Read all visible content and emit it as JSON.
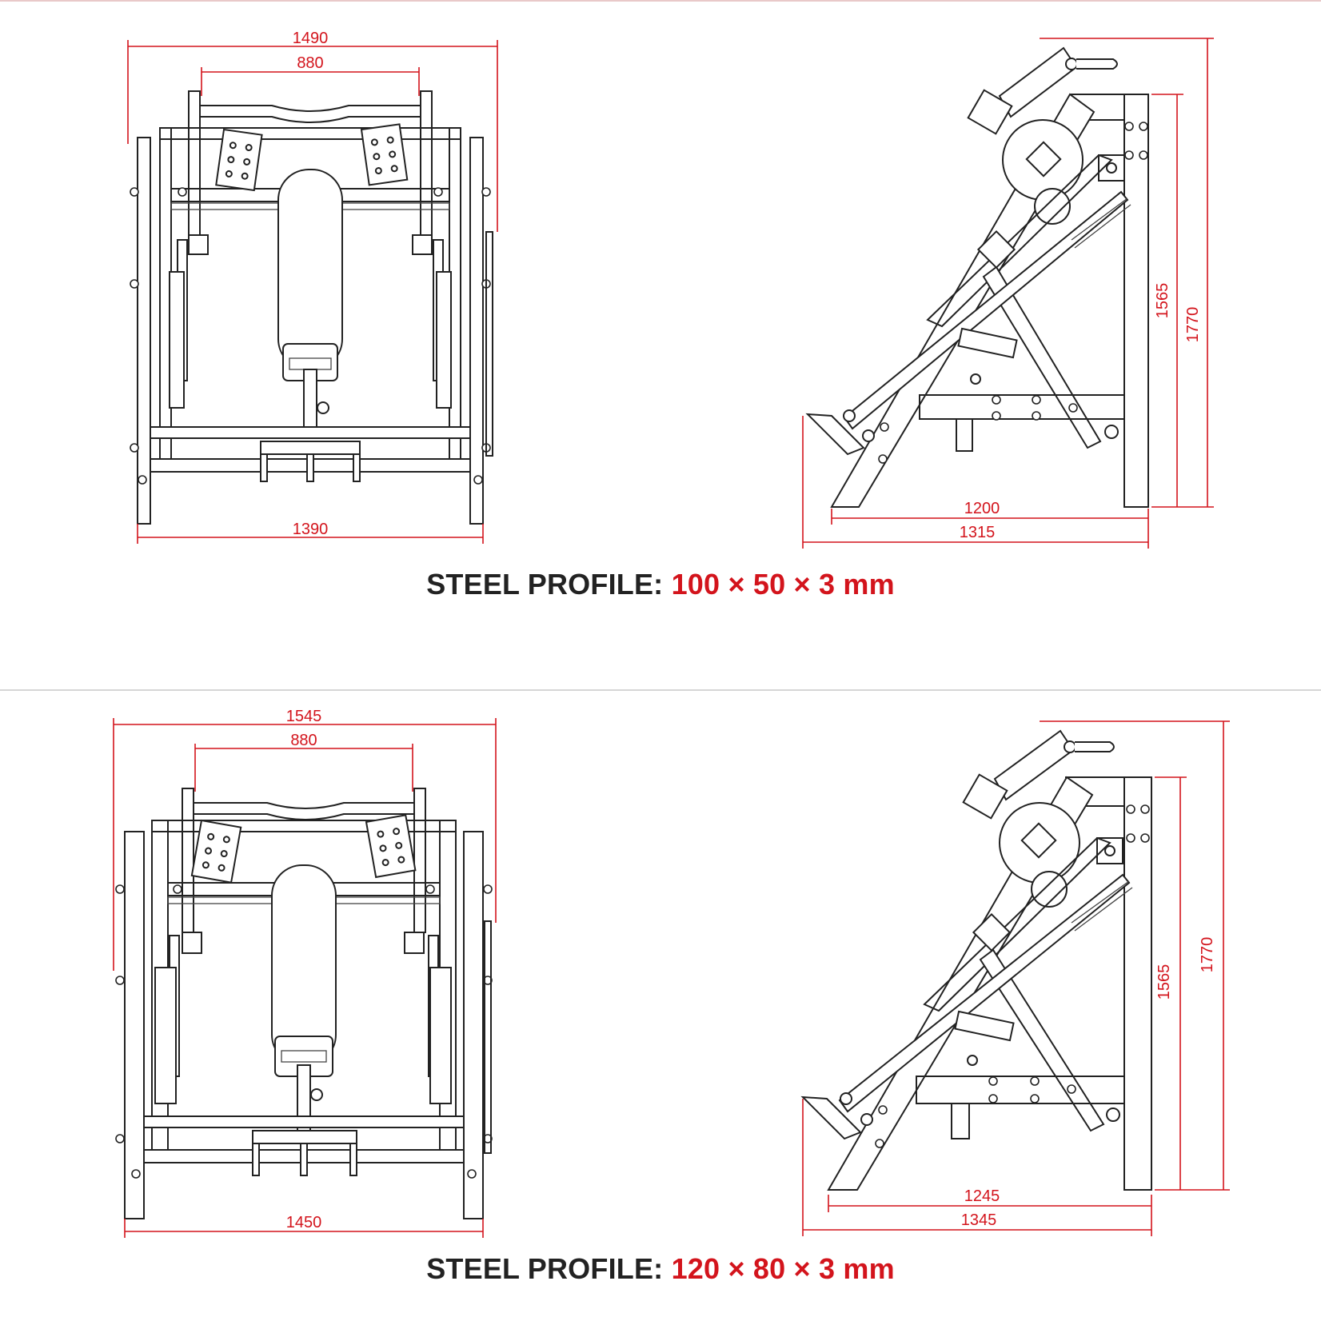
{
  "colors": {
    "accent": "#d3141c",
    "line": "#222222",
    "divider": "#d6d6d6"
  },
  "variants": [
    {
      "front": {
        "overall_width": "1490",
        "handle_span": "880",
        "base_width": "1390"
      },
      "side": {
        "inner_height": "1565",
        "overall_height": "1770",
        "inner_length": "1200",
        "overall_length": "1315"
      },
      "caption": {
        "label": "STEEL PROFILE:",
        "value": "100 × 50 × 3 mm"
      }
    },
    {
      "front": {
        "overall_width": "1545",
        "handle_span": "880",
        "base_width": "1450"
      },
      "side": {
        "inner_height": "1565",
        "overall_height": "1770",
        "inner_length": "1245",
        "overall_length": "1345"
      },
      "caption": {
        "label": "STEEL PROFILE:",
        "value": "120 × 80 × 3 mm"
      }
    }
  ]
}
